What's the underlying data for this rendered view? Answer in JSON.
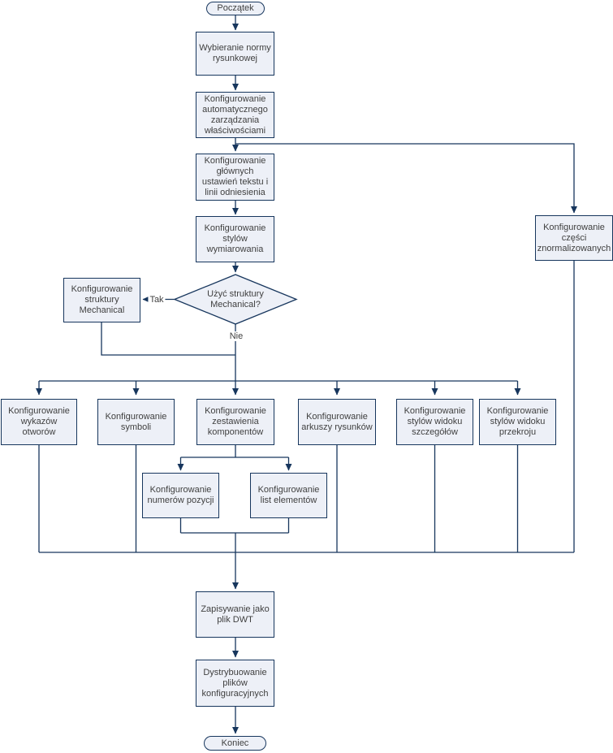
{
  "diagram": {
    "type": "flowchart",
    "language": "pl",
    "colors": {
      "node_fill": "#EDF0F7",
      "node_border": "#17365D",
      "line": "#17365D",
      "text": "#404040",
      "canvas_bg": "#FFFFFF"
    },
    "nodes": {
      "start": "Początek",
      "select_drawing_standard": "Wybieranie normy rysunkowej",
      "auto_property_management": "Konfigurowanie automatycznego zarządzania właściwościami",
      "text_leader_settings": "Konfigurowanie głównych ustawień tekstu i linii odniesienia",
      "dimension_styles": "Konfigurowanie stylów wymiarowania",
      "decision_mechanical": "Użyć struktury Mechanical?",
      "mechanical_structure": "Konfigurowanie struktury Mechanical",
      "standard_parts": "Konfigurowanie części znormalizowanych",
      "hole_charts": "Konfigurowanie wykazów otworów",
      "symbols": "Konfigurowanie symboli",
      "component_lists": "Konfigurowanie zestawienia komponentów",
      "drawing_sheets": "Konfigurowanie arkuszy rysunków",
      "detail_view_styles": "Konfigurowanie stylów widoku szczegółów",
      "section_view_styles": "Konfigurowanie stylów widoku przekroju",
      "balloon_numbers": "Konfigurowanie numerów pozycji",
      "parts_lists": "Konfigurowanie list elementów",
      "save_dwt": "Zapisywanie jako plik DWT",
      "distribute_files": "Dystrybuowanie plików konfiguracyjnych",
      "end": "Koniec"
    },
    "edge_labels": {
      "yes": "Tak",
      "no": "Nie"
    }
  }
}
